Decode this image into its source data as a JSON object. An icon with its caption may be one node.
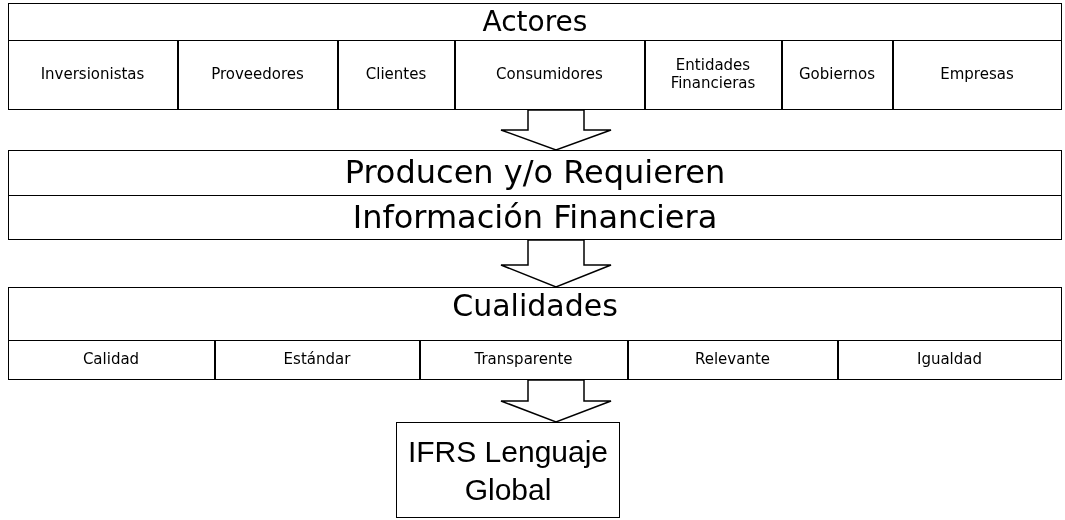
{
  "diagram": {
    "nodes": [
      {
        "text": [
          "Actores"
        ]
      },
      {
        "text": [
          "Inversionistas"
        ],
        "in": 0
      },
      {
        "text": [
          "Proveedores"
        ],
        "in": 0
      },
      {
        "text": [
          "Clientes"
        ],
        "in": 0
      },
      {
        "text": [
          "Consumidores"
        ],
        "in": 0
      },
      {
        "text": [
          "Entidades Financieras"
        ],
        "in": 0
      },
      {
        "text": [
          "Gobiernos"
        ],
        "in": 0
      },
      {
        "text": [
          "Empresas"
        ],
        "in": 0
      },
      {
        "text": [
          "Producen y/o Requieren",
          "Información Financiera"
        ]
      },
      {
        "text": [
          "Cualidades"
        ]
      },
      {
        "text": [
          "Calidad"
        ],
        "in": 9
      },
      {
        "text": [
          "Estándar"
        ],
        "in": 9
      },
      {
        "text": [
          "Transparente"
        ],
        "in": 9
      },
      {
        "text": [
          "Relevante"
        ],
        "in": 9
      },
      {
        "text": [
          "Igualdad"
        ],
        "in": 9
      },
      {
        "text": [
          "IFRS Lenguaje Global"
        ]
      }
    ],
    "edges": [
      {
        "from": 0,
        "to": 8,
        "arrow": "to"
      },
      {
        "from": 8,
        "to": 9,
        "arrow": "to"
      },
      {
        "from": 9,
        "to": 15,
        "arrow": "to"
      }
    ]
  }
}
